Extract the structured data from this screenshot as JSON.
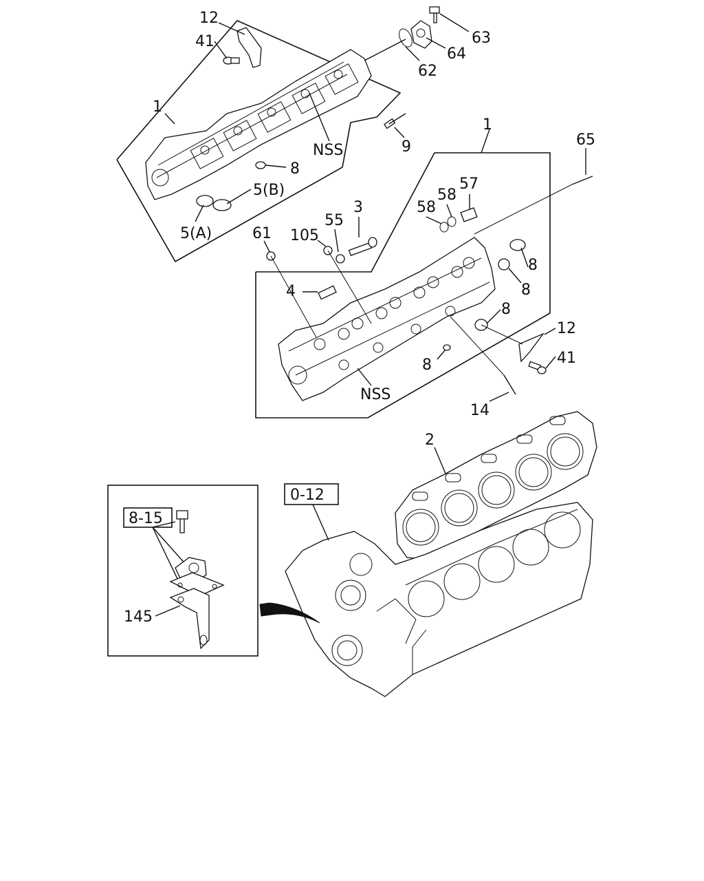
{
  "callouts": {
    "upper_head_12": "12",
    "upper_head_41": "41",
    "upper_head_1": "1",
    "upper_head_63": "63",
    "upper_head_64": "64",
    "upper_head_62": "62",
    "upper_head_9": "9",
    "upper_head_nss": "NSS",
    "upper_head_8": "8",
    "upper_head_5b": "5(B)",
    "upper_head_5a": "5(A)",
    "lower_head_1": "1",
    "lower_head_65": "65",
    "lower_head_57": "57",
    "lower_head_58a": "58",
    "lower_head_58b": "58",
    "lower_head_3": "3",
    "lower_head_55": "55",
    "lower_head_105": "105",
    "lower_head_61": "61",
    "lower_head_8a": "8",
    "lower_head_8b": "8",
    "lower_head_4": "4",
    "lower_head_8c": "8",
    "lower_head_12": "12",
    "lower_head_41": "41",
    "lower_head_8d": "8",
    "lower_head_nss": "NSS",
    "lower_head_14": "14",
    "gasket_2": "2",
    "block_ref": "0-12",
    "inset_ref": "8-15",
    "inset_145": "145"
  }
}
